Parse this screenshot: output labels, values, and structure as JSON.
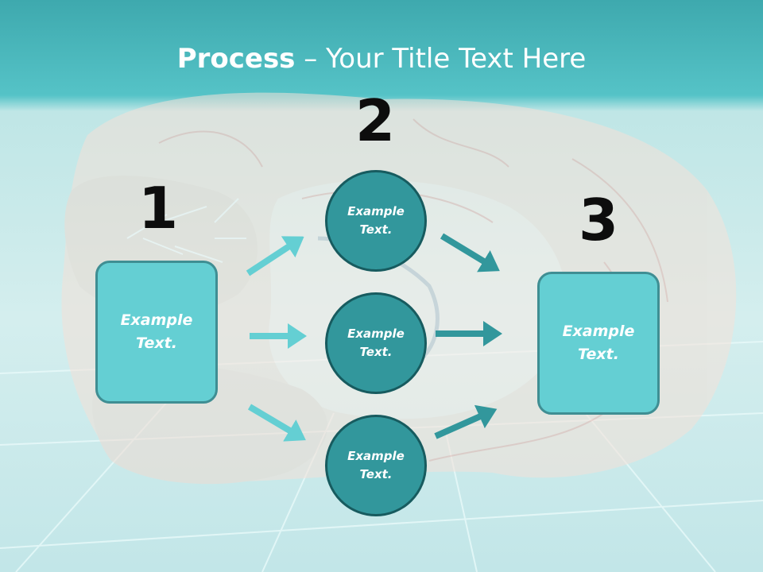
{
  "title": {
    "bold": "Process",
    "rest": " – Your Title Text Here"
  },
  "steps": [
    {
      "number": "1",
      "box_text": "Example Text."
    },
    {
      "number": "2",
      "circles": [
        "Example Text.",
        "Example Text.",
        "Example Text."
      ]
    },
    {
      "number": "3",
      "box_text": "Example Text."
    }
  ],
  "colors": {
    "header_teal": "#3ea9ae",
    "box_fill": "#64cfd3",
    "circle_fill": "#32979c",
    "number_text": "#0d0d0d"
  }
}
